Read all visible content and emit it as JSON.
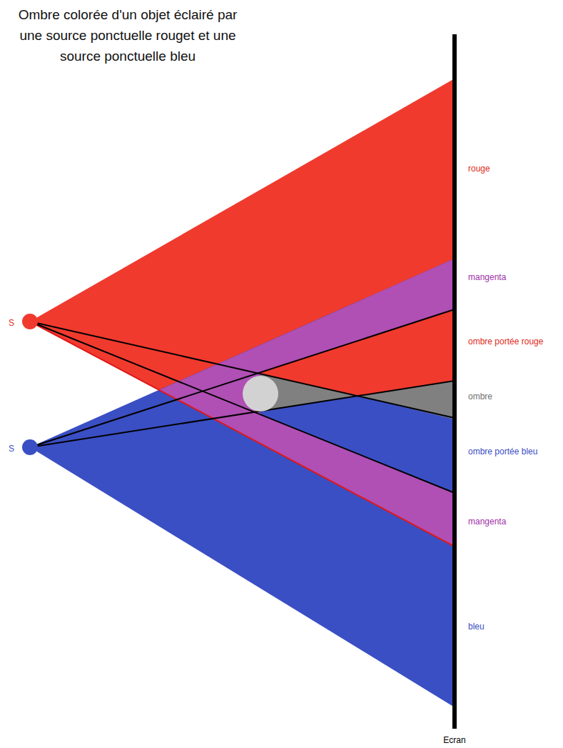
{
  "diagram": {
    "title": "Ombre colorée d'un objet éclairé par une source ponctuelle rouget et une source ponctuelle bleu",
    "labels": [
      "S",
      "S",
      "rouge",
      "mangenta",
      "ombre portée rouge",
      "ombre",
      "ombre portée bleu",
      "mangenta",
      "bleu",
      "Ecran"
    ]
  }
}
